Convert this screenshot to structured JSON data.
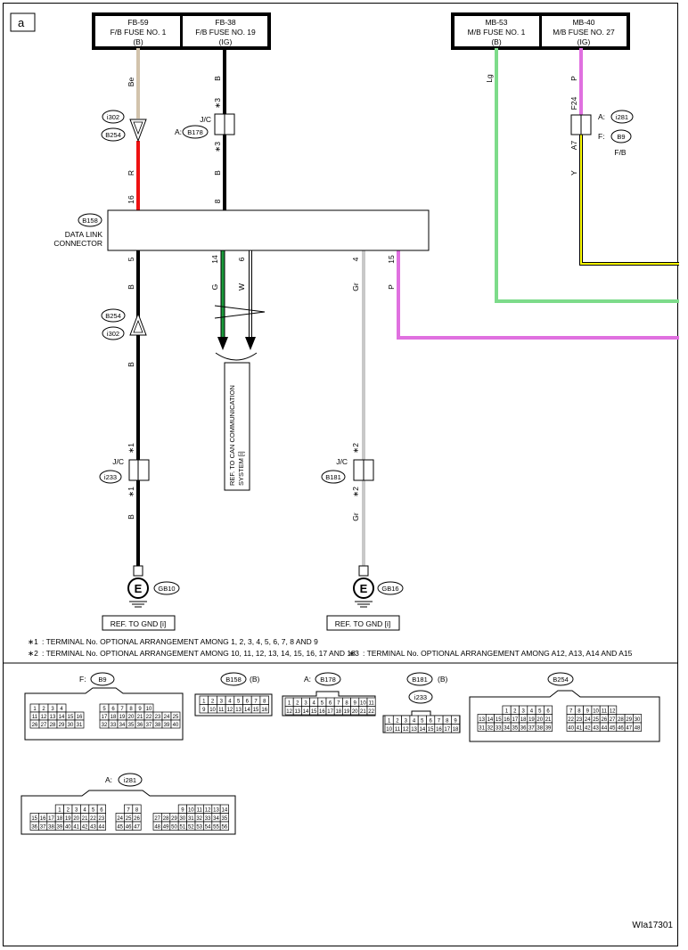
{
  "page": {
    "corner_label": "a",
    "figure_id": "WIa17301"
  },
  "fuse_boxes": [
    {
      "code": "FB-59",
      "name": "F/B FUSE NO. 1",
      "sub": "(B)"
    },
    {
      "code": "FB-38",
      "name": "F/B FUSE NO. 19",
      "sub": "(IG)"
    },
    {
      "code": "MB-53",
      "name": "M/B FUSE NO. 1",
      "sub": "(B)"
    },
    {
      "code": "MB-40",
      "name": "M/B FUSE NO. 27",
      "sub": "(IG)"
    }
  ],
  "wires": {
    "fb59_top": "Be",
    "fb59_bottom": "R",
    "fb38_top": "B",
    "fb38_bottom": "B",
    "mb53": "Lg",
    "mb40_top": "P",
    "mb40_bottom": "Y",
    "pin5_top": "B",
    "pin5_mid": "B",
    "pin5_low": "B",
    "pin14": "G",
    "pin6": "W",
    "pin4": "Gr",
    "pin4_low": "Gr",
    "pin15": "P"
  },
  "pins": {
    "p16": "16",
    "p8": "8",
    "p5": "5",
    "p14": "14",
    "p6": "6",
    "p4": "4",
    "p15": "15",
    "f24": "F24",
    "a7": "A7"
  },
  "markers": {
    "star3": "∗3",
    "star1": "∗1",
    "star2": "∗2"
  },
  "labels": {
    "i302": "i302",
    "b254": "B254",
    "jc": "J/C",
    "a_prefix": "A:",
    "b178": "B178",
    "i281": "i281",
    "f_prefix": "F:",
    "b9": "B9",
    "fb": "F/B",
    "b158": "B158",
    "dlc_line1": "DATA LINK",
    "dlc_line2": "CONNECTOR",
    "can_ref_line1": "REF. TO CAN COMMUNICATION",
    "can_ref_line2": "SYSTEM [i]",
    "i233": "i233",
    "b181": "B181",
    "gb10": "GB10",
    "gb16": "GB16",
    "ground_symbol": "E",
    "gnd_ref": "REF. TO GND [i]"
  },
  "notes": [
    {
      "mark": "∗1",
      "text": ": TERMINAL No. OPTIONAL ARRANGEMENT AMONG 1, 2, 3, 4, 5, 6, 7, 8 AND 9"
    },
    {
      "mark": "∗2",
      "text": ": TERMINAL No. OPTIONAL ARRANGEMENT AMONG 10, 11, 12, 13, 14, 15, 16, 17 AND 18"
    },
    {
      "mark": "∗3",
      "text": ": TERMINAL No. OPTIONAL ARRANGEMENT AMONG A12, A13, A14 AND A15"
    }
  ],
  "connectors": {
    "b9": {
      "prefix": "F:",
      "name": "B9",
      "left": [
        [
          "1",
          "2",
          "3",
          "4"
        ],
        [
          "11",
          "12",
          "13",
          "14",
          "15",
          "16"
        ],
        [
          "26",
          "27",
          "28",
          "29",
          "30",
          "31"
        ]
      ],
      "right": [
        [
          "5",
          "6",
          "7",
          "8",
          "9",
          "10"
        ],
        [
          "17",
          "18",
          "19",
          "20",
          "21",
          "22",
          "23",
          "24",
          "25"
        ],
        [
          "32",
          "33",
          "34",
          "35",
          "36",
          "37",
          "38",
          "39",
          "40"
        ]
      ]
    },
    "b158": {
      "name": "B158",
      "suffix": "(B)",
      "rows": [
        [
          "1",
          "2",
          "3",
          "4",
          "5",
          "6",
          "7",
          "8"
        ],
        [
          "9",
          "10",
          "11",
          "12",
          "13",
          "14",
          "15",
          "16"
        ]
      ]
    },
    "b178": {
      "prefix": "A:",
      "name": "B178",
      "rows": [
        [
          "1",
          "2",
          "3",
          "4",
          "5",
          "6",
          "7",
          "8",
          "9",
          "10",
          "11"
        ],
        [
          "12",
          "13",
          "14",
          "15",
          "16",
          "17",
          "18",
          "19",
          "20",
          "21",
          "22"
        ]
      ]
    },
    "b181": {
      "name": "B181",
      "suffix": "(B)",
      "alt": "i233",
      "rows": [
        [
          "1",
          "2",
          "3",
          "4",
          "5",
          "6",
          "7",
          "8",
          "9"
        ],
        [
          "10",
          "11",
          "12",
          "13",
          "14",
          "15",
          "16",
          "17",
          "18"
        ]
      ]
    },
    "b254": {
      "name": "B254",
      "left": [
        [
          "1",
          "2",
          "3",
          "4",
          "5",
          "6"
        ],
        [
          "13",
          "14",
          "15",
          "16",
          "17",
          "18",
          "19",
          "20",
          "21"
        ],
        [
          "31",
          "32",
          "33",
          "34",
          "35",
          "36",
          "37",
          "38",
          "39"
        ]
      ],
      "right": [
        [
          "7",
          "8",
          "9",
          "10",
          "11",
          "12"
        ],
        [
          "22",
          "23",
          "24",
          "25",
          "26",
          "27",
          "28",
          "29",
          "30"
        ],
        [
          "40",
          "41",
          "42",
          "43",
          "44",
          "45",
          "46",
          "47",
          "48"
        ]
      ]
    },
    "i281": {
      "prefix": "A:",
      "name": "i281",
      "left": [
        [
          "1",
          "2",
          "3",
          "4",
          "5",
          "6"
        ],
        [
          "15",
          "16",
          "17",
          "18",
          "19",
          "20",
          "21",
          "22",
          "23"
        ],
        [
          "36",
          "37",
          "38",
          "39",
          "40",
          "41",
          "42",
          "43",
          "44"
        ]
      ],
      "mid": [
        [
          "7",
          "8"
        ],
        [
          "24",
          "25",
          "26"
        ],
        [
          "45",
          "46",
          "47"
        ]
      ],
      "right": [
        [
          "9",
          "10",
          "11",
          "12",
          "13",
          "14"
        ],
        [
          "27",
          "28",
          "29",
          "30",
          "31",
          "32",
          "33",
          "34",
          "35"
        ],
        [
          "48",
          "49",
          "50",
          "51",
          "52",
          "53",
          "54",
          "55",
          "56"
        ]
      ]
    }
  }
}
